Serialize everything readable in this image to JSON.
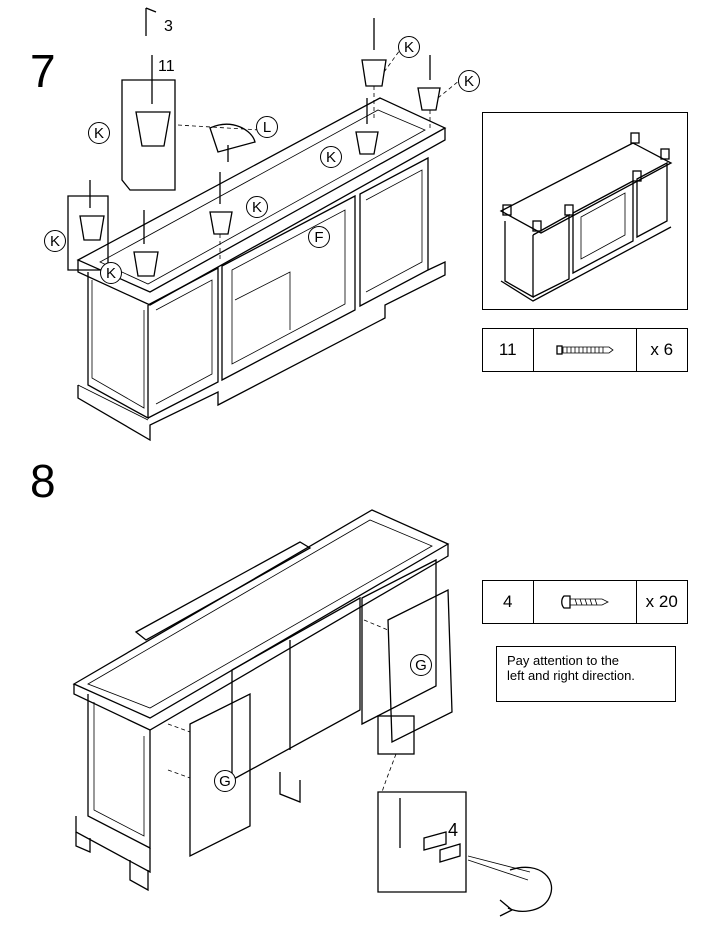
{
  "steps": [
    {
      "number": "7",
      "callouts": {
        "hex_key": "3",
        "screw": "11",
        "leg": "K",
        "bracket": "L",
        "frame": "F"
      },
      "parts": {
        "id": "11",
        "icon": "long-screw-icon",
        "qty": "x 6"
      }
    },
    {
      "number": "8",
      "callouts": {
        "panel": "G",
        "detail_screw": "4"
      },
      "parts": {
        "id": "4",
        "icon": "pan-head-screw-icon",
        "qty": "x 20"
      },
      "note": [
        "Pay attention to the",
        "left and right direction."
      ]
    }
  ]
}
